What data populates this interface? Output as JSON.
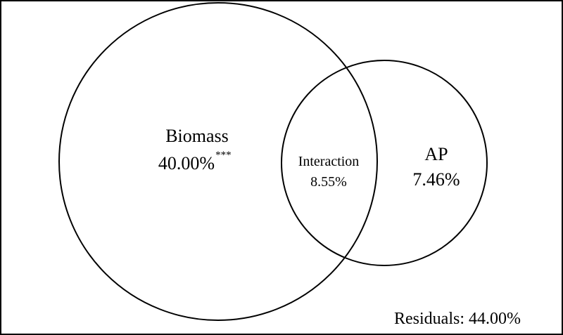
{
  "diagram": {
    "type": "venn",
    "sets": [
      {
        "label": "Biomass",
        "value": "40.00%",
        "significance": "***"
      },
      {
        "label": "AP",
        "value": "7.46%"
      }
    ],
    "intersection": {
      "label": "Interaction",
      "value": "8.55%"
    },
    "residuals": "Residuals: 44.00%",
    "colors": {
      "stroke": "#000000",
      "background": "#ffffff"
    }
  }
}
